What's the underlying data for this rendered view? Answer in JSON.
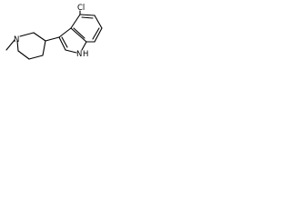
{
  "molecule": {
    "atoms": {
      "chlorine": "Cl",
      "piperidine_nitrogen": "N",
      "indole_nitrogen": "N",
      "indole_hydrogen": "H"
    }
  }
}
